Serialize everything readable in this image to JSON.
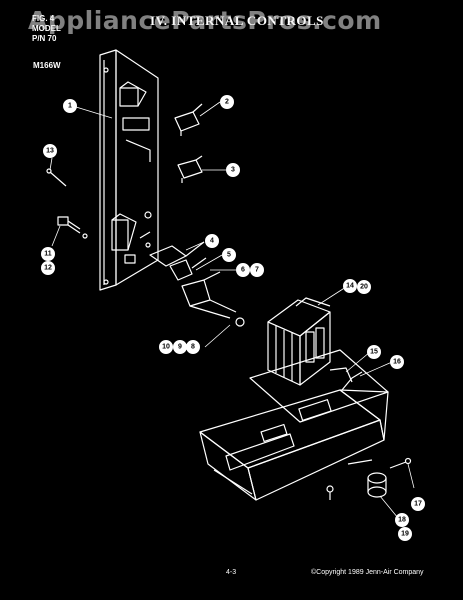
{
  "watermark": "AppliancePartsPros.com",
  "header": {
    "line1": "FIG. 4",
    "line2": "MODEL",
    "line3": "P/N 70",
    "title": "IV. INTERNAL CONTROLS",
    "model": "M166W"
  },
  "callouts": [
    {
      "id": "c1",
      "label": "1"
    },
    {
      "id": "c2",
      "label": "2"
    },
    {
      "id": "c3",
      "label": "3"
    },
    {
      "id": "c4",
      "label": "4"
    },
    {
      "id": "c5",
      "label": "5"
    },
    {
      "id": "c6",
      "label": "6"
    },
    {
      "id": "c7",
      "label": "7"
    },
    {
      "id": "c8",
      "label": "8"
    },
    {
      "id": "c9",
      "label": "9"
    },
    {
      "id": "c10",
      "label": "10"
    },
    {
      "id": "c11",
      "label": "11"
    },
    {
      "id": "c12",
      "label": "12"
    },
    {
      "id": "c13",
      "label": "13"
    },
    {
      "id": "c14",
      "label": "14"
    },
    {
      "id": "c15",
      "label": "15"
    },
    {
      "id": "c16",
      "label": "16"
    },
    {
      "id": "c17",
      "label": "17"
    },
    {
      "id": "c18",
      "label": "18"
    },
    {
      "id": "c19",
      "label": "19"
    },
    {
      "id": "c20",
      "label": "20"
    }
  ],
  "footer": {
    "page": "4-3",
    "copyright": "©Copyright 1989 Jenn-Air Company"
  }
}
